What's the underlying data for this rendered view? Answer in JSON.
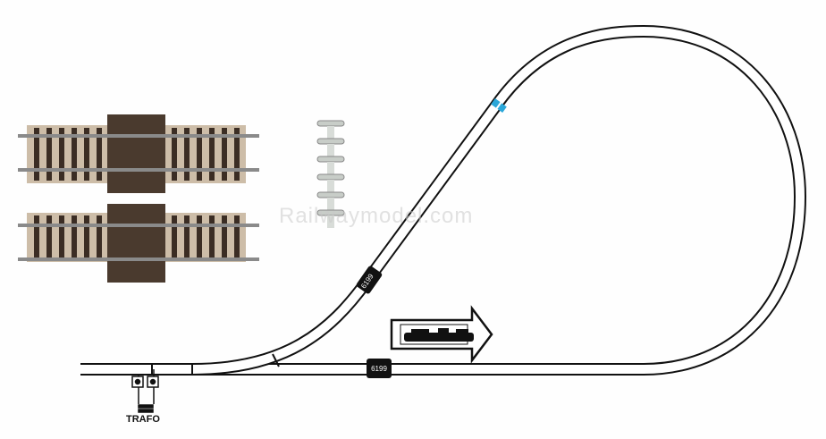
{
  "title": "Track layout: reversing loop",
  "labels": {
    "transformer": "TRAFO",
    "clip_1": "6199",
    "clip_2": "6199",
    "watermark": "Railwaymodel.com"
  },
  "colors": {
    "track": "#111111",
    "marker": "#2aa7d9",
    "ballast": "#c9b8a3",
    "ties": "#3a2c22"
  }
}
